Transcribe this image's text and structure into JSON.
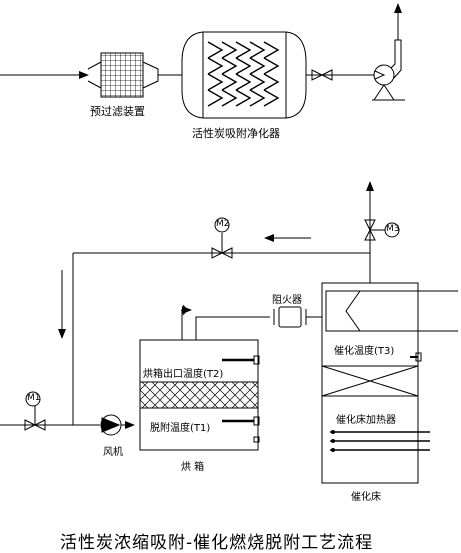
{
  "labels": {
    "prefilter": "预过滤装置",
    "activated_carbon": "活性炭吸附净化器",
    "flame_arrester": "阻火器",
    "oven_outlet_temp": "烘箱出口温度(T2)",
    "desorption_temp": "脱附温度(T1)",
    "fan": "风机",
    "oven": "烘 箱",
    "catalytic_temp": "催化温度(T3)",
    "catalytic_heater": "催化床加热器",
    "catalytic_bed": "催化床",
    "valve_m1": "M1",
    "valve_m2": "M2",
    "valve_m3": "M3",
    "title": "活性炭浓缩吸附-催化燃烧脱附工艺流程"
  },
  "colors": {
    "line": "#000000",
    "background": "#ffffff"
  }
}
